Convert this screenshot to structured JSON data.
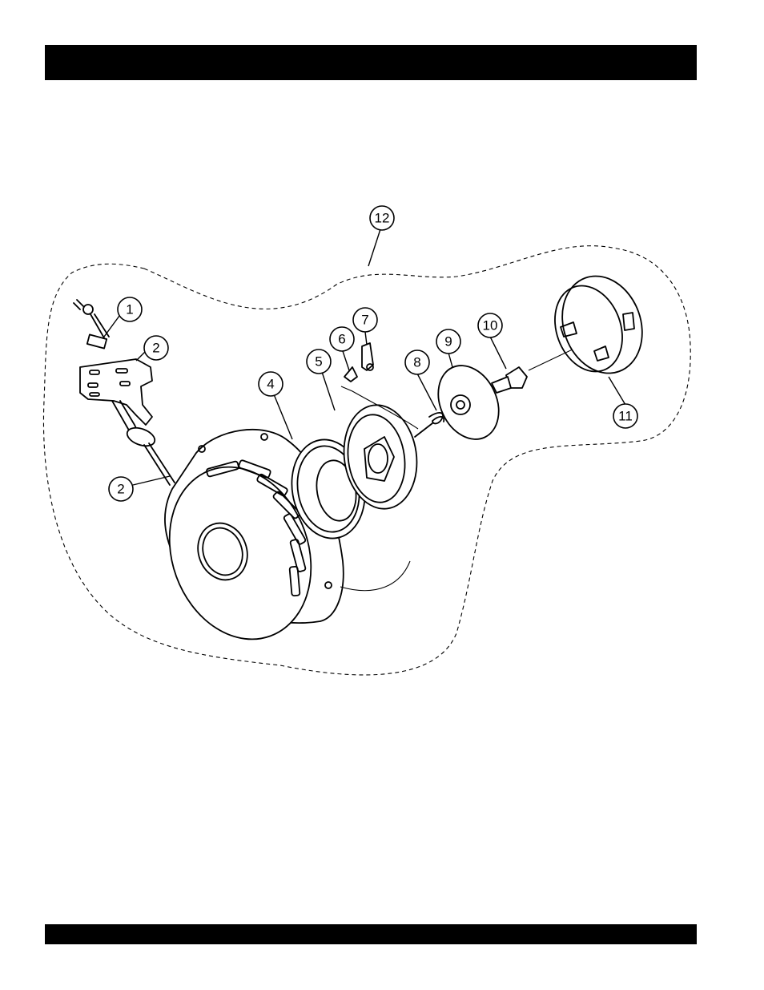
{
  "header": {
    "title": ""
  },
  "footer": {
    "text": ""
  },
  "diagram": {
    "callouts": [
      "1",
      "2",
      "2",
      "4",
      "5",
      "6",
      "7",
      "8",
      "9",
      "10",
      "11",
      "12"
    ]
  },
  "colors": {
    "ink": "#000000",
    "paper": "#ffffff"
  }
}
